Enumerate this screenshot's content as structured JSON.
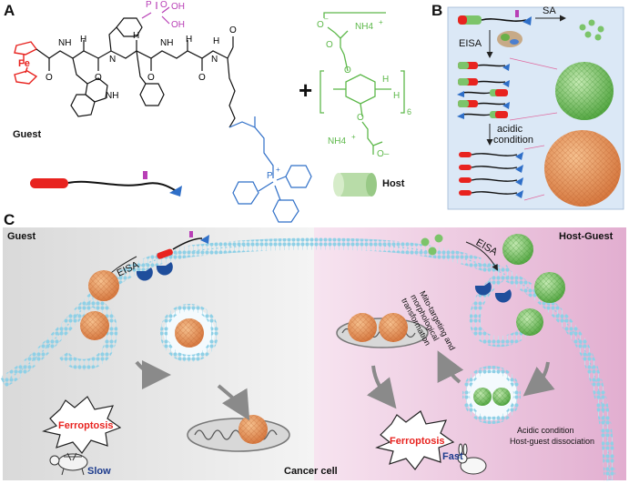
{
  "panels": {
    "a": "A",
    "b": "B",
    "c": "C"
  },
  "panel_a": {
    "guest_label": "Guest",
    "host_label": "Host",
    "plus": "+",
    "atoms": {
      "fe": "Fe",
      "o1": "O",
      "o2": "O",
      "o3": "O",
      "o4": "O",
      "o5": "O",
      "nh1": "NH",
      "nh2": "NH",
      "nh3": "NH",
      "h1": "H",
      "h2": "H",
      "h3": "H",
      "h4": "H",
      "n1": "N",
      "n2": "N",
      "oh": "OH",
      "oh2": "OH",
      "p_top": "P",
      "o_p": "O",
      "p_bottom": "P",
      "p_plus": "+",
      "host_o_minus": "O",
      "minus": "–",
      "nh4_top": "NH4",
      "nh4_top_plus": "+",
      "host_o1": "O",
      "host_o2": "O",
      "host_o3": "O",
      "host_h1": "H",
      "host_h2": "H",
      "host_sub6": "6",
      "nh4_bottom": "NH4",
      "nh4_bottom_plus": "+",
      "o_minus_bottom": "O–"
    }
  },
  "panel_b": {
    "sa_label": "SA",
    "eisa_label": "EISA",
    "acidic_label_1": "acidic",
    "acidic_label_2": "condition"
  },
  "panel_c": {
    "guest_title": "Guest",
    "host_guest_title": "Host-Guest",
    "eisa_left": "EISA",
    "eisa_right": "EISA",
    "mito_label_1": "Mito-targeting and",
    "mito_label_2": "morphological",
    "mito_label_3": "transformation",
    "acidic_condition": "Acidic condition",
    "dissociation": "Host-guest dissociation",
    "ferroptosis_left": "Ferroptosis",
    "ferroptosis_right": "Ferroptosis",
    "slow": "Slow",
    "fast": "Fast",
    "cancer_cell": "Cancer cell"
  },
  "colors": {
    "guest_red": "#e8231f",
    "magenta": "#b83fb6",
    "blue": "#2f6fc8",
    "host_green": "#5db84a",
    "sphere_orange": "#e8955a",
    "sphere_green": "#7cc46a",
    "membrane_blue": "#8fd0e6",
    "dark_blue_text": "#1b3a8c",
    "panel_b_bg": "#dbe8f6"
  }
}
